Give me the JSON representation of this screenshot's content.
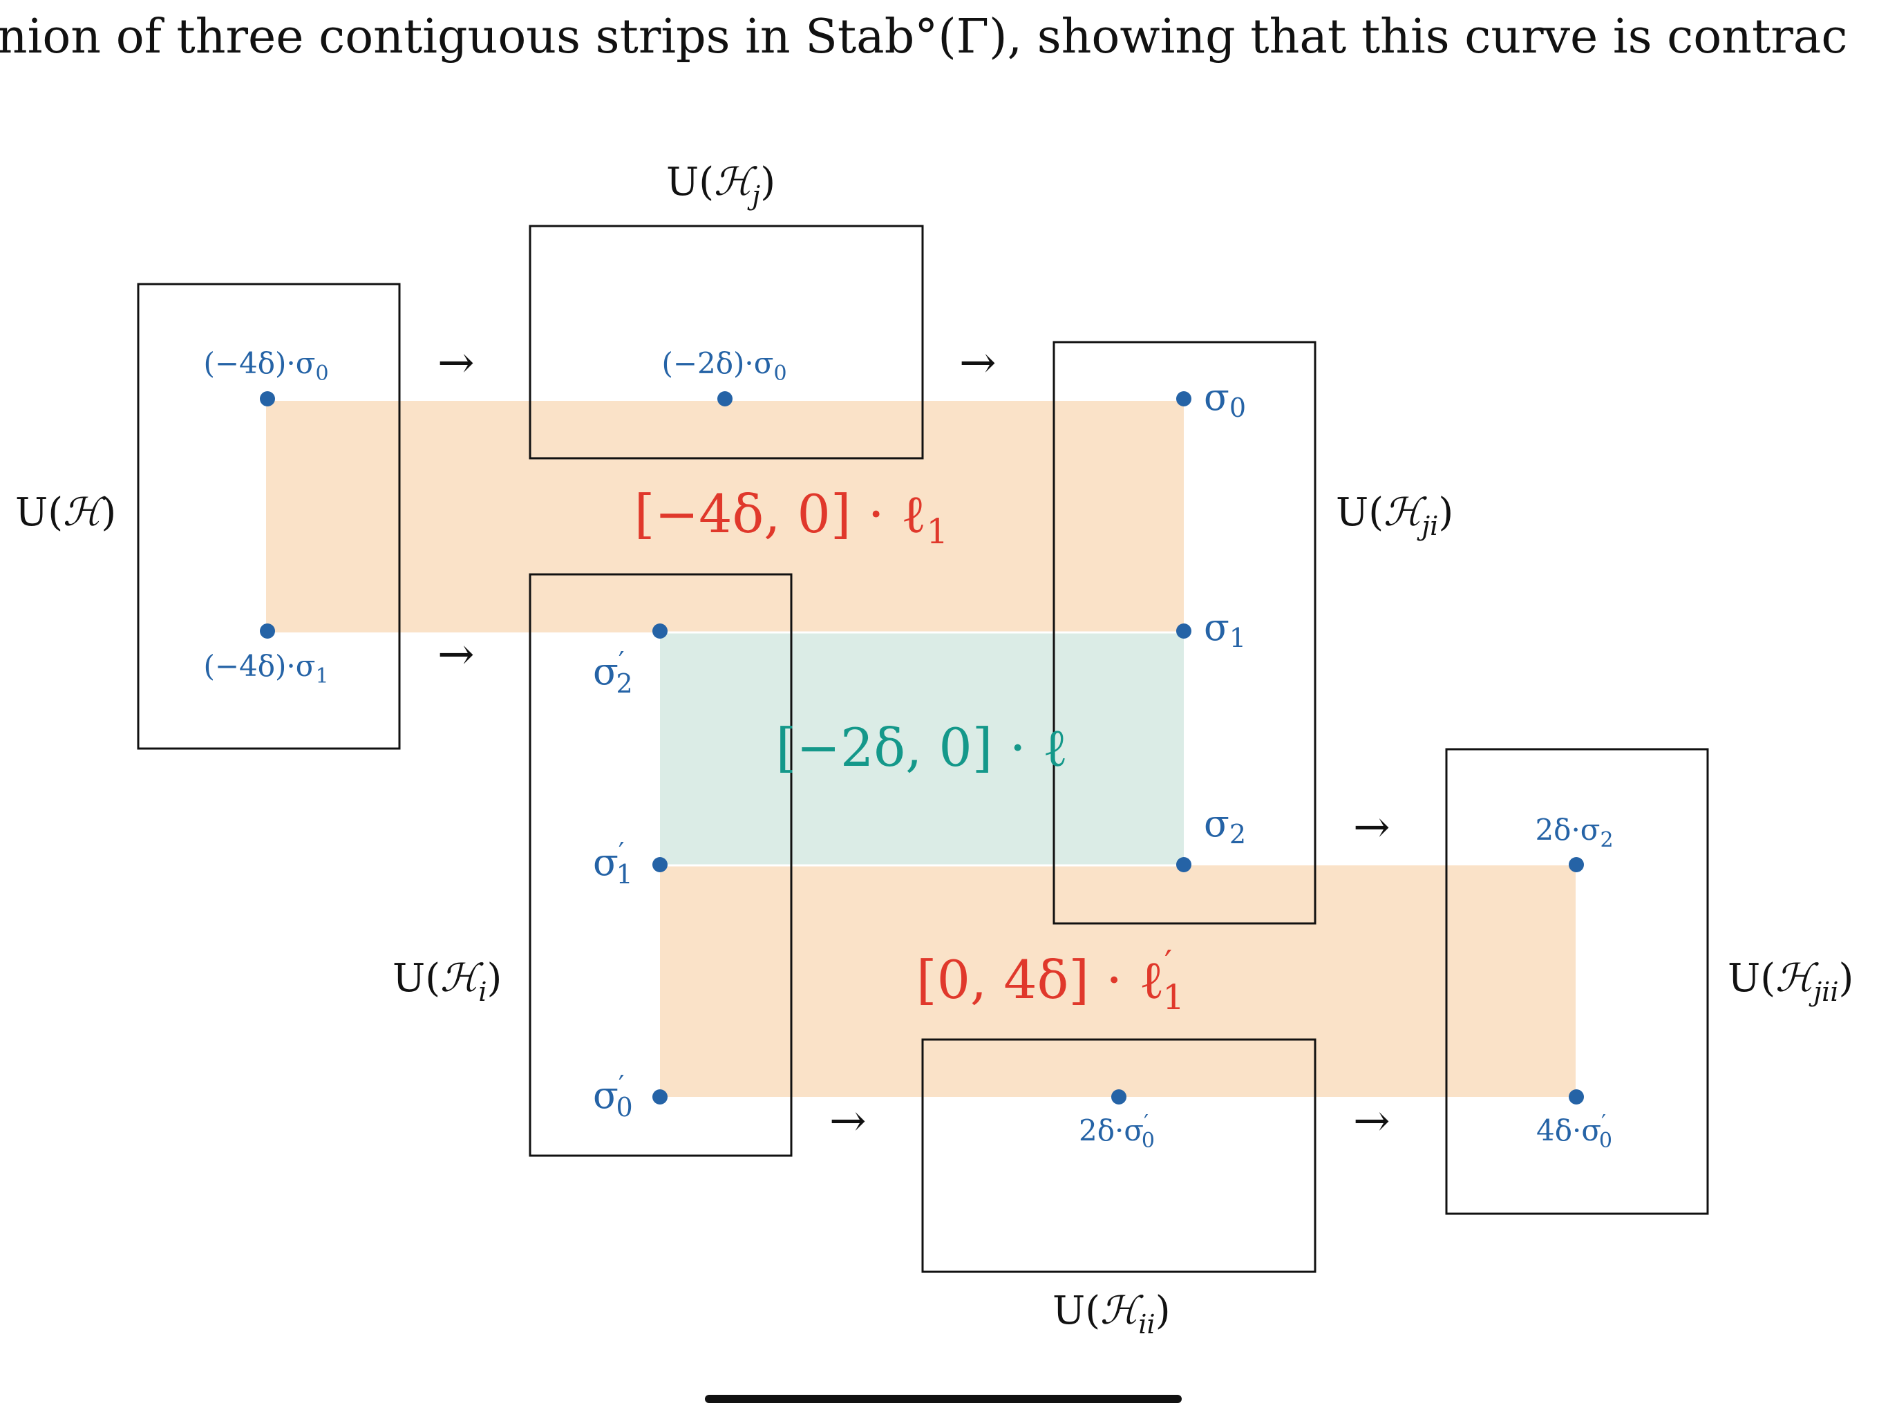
{
  "caption": "union of three contiguous strips in Stab°(Γ), showing that this curve is contrac",
  "colors": {
    "orange_strip": "#fae2c8",
    "green_strip": "#dbece6",
    "dot_blue": "#2563a6",
    "label_red": "#e0382b",
    "label_green": "#14988a",
    "box_stroke": "#111111"
  },
  "boxes": {
    "U_H": {
      "pre": "U(",
      "sym": "ℋ",
      "sub": "",
      "post": ")"
    },
    "U_Hj": {
      "pre": "U(",
      "sym": "ℋ",
      "sub": "j",
      "post": ")"
    },
    "U_Hji": {
      "pre": "U(",
      "sym": "ℋ",
      "sub": "ji",
      "post": ")"
    },
    "U_Hi": {
      "pre": "U(",
      "sym": "ℋ",
      "sub": "i",
      "post": ")"
    },
    "U_Hii": {
      "pre": "U(",
      "sym": "ℋ",
      "sub": "ii",
      "post": ")"
    },
    "U_Hjii": {
      "pre": "U(",
      "sym": "ℋ",
      "sub": "jii",
      "post": ")"
    }
  },
  "strips": {
    "top": {
      "text": "[−4δ, 0] · ℓ",
      "sub": "1",
      "prime": ""
    },
    "middle": {
      "text": "[−2δ, 0] · ℓ",
      "sub": "",
      "prime": ""
    },
    "bottom": {
      "text": "[0, 4δ] · ℓ",
      "sub": "1",
      "prime": "′"
    }
  },
  "points": {
    "m4_sigma0": {
      "base": "(−4δ)·σ",
      "sub": "0",
      "prime": ""
    },
    "m4_sigma1": {
      "base": "(−4δ)·σ",
      "sub": "1",
      "prime": ""
    },
    "m2_sigma0": {
      "base": "(−2δ)·σ",
      "sub": "0",
      "prime": ""
    },
    "sigma0": {
      "base": "σ",
      "sub": "0",
      "prime": ""
    },
    "sigma1": {
      "base": "σ",
      "sub": "1",
      "prime": ""
    },
    "sigma2": {
      "base": "σ",
      "sub": "2",
      "prime": ""
    },
    "sigma2p": {
      "base": "σ",
      "sub": "2",
      "prime": "′"
    },
    "sigma1p": {
      "base": "σ",
      "sub": "1",
      "prime": "′"
    },
    "sigma0p": {
      "base": "σ",
      "sub": "0",
      "prime": "′"
    },
    "d2_sigma2": {
      "base": "2δ·σ",
      "sub": "2",
      "prime": ""
    },
    "d2_sigma0p": {
      "base": "2δ·σ",
      "sub": "0",
      "prime": "′"
    },
    "d4_sigma0p": {
      "base": "4δ·σ",
      "sub": "0",
      "prime": "′"
    }
  },
  "arrow_glyph": "→"
}
